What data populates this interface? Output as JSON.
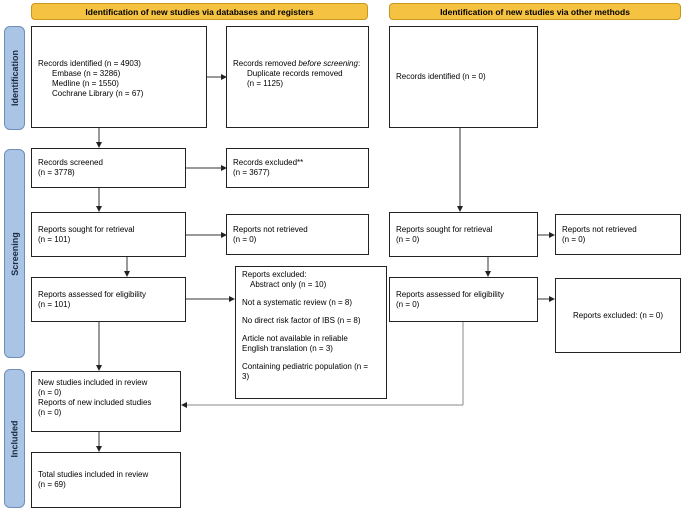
{
  "headers": {
    "databases": "Identification of new studies via databases and registers",
    "other": "Identification of new studies via other methods"
  },
  "phases": {
    "identification": "Identification",
    "screening": "Screening",
    "included": "Included"
  },
  "db": {
    "identified": {
      "title": "Records identified (n = 4903)",
      "embase": "Embase (n = 3286)",
      "medline": "Medline (n = 1550)",
      "cochrane": "Cochrane Library (n = 67)"
    },
    "removed": {
      "title_a": "Records removed ",
      "title_b": "before screening",
      "title_c": ":",
      "dup": "Duplicate records removed",
      "dup_n": "(n = 1125)"
    },
    "screened": {
      "line1": "Records screened",
      "line2": "(n = 3778)"
    },
    "excluded": {
      "line1": "Records excluded**",
      "line2": "(n = 3677)"
    },
    "sought": {
      "line1": "Reports sought for retrieval",
      "line2": "(n = 101)"
    },
    "not_retrieved": {
      "line1": "Reports not retrieved",
      "line2": "(n = 0)"
    },
    "assessed": {
      "line1": "Reports assessed for eligibility",
      "line2": "(n = 101)"
    },
    "reports_excluded": {
      "title": "Reports excluded:",
      "r1": "Abstract only (n = 10)",
      "r2": "Not a systematic review (n = 8)",
      "r3": "No direct risk factor of IBS (n = 8)",
      "r4a": "Article not available in reliable",
      "r4b": "English translation (n = 3)",
      "r5a": "Containing pediatric population (n =",
      "r5b": "3)"
    },
    "new_included": {
      "l1": "New studies included in review",
      "l2": "(n = 0)",
      "l3": "Reports of new included studies",
      "l4": "(n = 0)"
    },
    "total": {
      "line1": "Total studies included in review",
      "line2": "(n = 69)"
    }
  },
  "other": {
    "identified": "Records identified (n = 0)",
    "sought": {
      "line1": "Reports sought for retrieval",
      "line2": "(n = 0)"
    },
    "not_retrieved": {
      "line1": "Reports not retrieved",
      "line2": "(n = 0)"
    },
    "assessed": {
      "line1": "Reports assessed for eligibility",
      "line2": "(n = 0)"
    },
    "excluded": "Reports excluded: (n = 0)"
  },
  "colors": {
    "header": "#f5c242",
    "phase": "#a9c4e4",
    "line": "#7f7f7f"
  }
}
